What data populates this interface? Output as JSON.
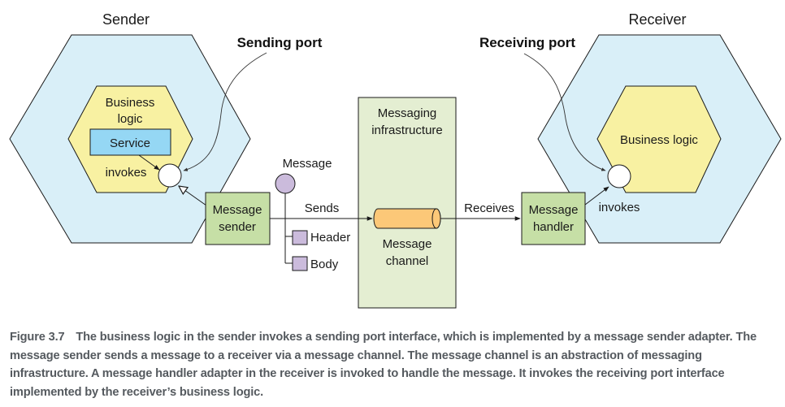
{
  "diagram": {
    "sender": {
      "title": "Sender",
      "business_logic": [
        "Business",
        "logic"
      ],
      "service": "Service",
      "invokes": "invokes",
      "sending_port": "Sending port",
      "adapter": [
        "Message",
        "sender"
      ]
    },
    "message": {
      "label": "Message",
      "sends": "Sends",
      "header": "Header",
      "body": "Body"
    },
    "infrastructure": {
      "title": [
        "Messaging",
        "infrastructure"
      ],
      "channel": [
        "Message",
        "channel"
      ]
    },
    "receiver": {
      "title": "Receiver",
      "business_logic": "Business logic",
      "receiving_port": "Receiving port",
      "receives": "Receives",
      "adapter": [
        "Message",
        "handler"
      ],
      "invokes": "invokes"
    },
    "colors": {
      "hexagon_outer": "#d9eff8",
      "business_logic": "#f8f1a2",
      "service": "#95d7f4",
      "adapter": "#c6dfa6",
      "infrastructure": "#e4eed2",
      "channel": "#fcc878",
      "message": "#cbbbdc"
    }
  },
  "caption": {
    "figure": "Figure 3.7",
    "text": "The business logic in the sender invokes a sending port interface, which is implemented by a  message sender adapter. The message sender sends a message to a receiver via a message channel. The message channel is an abstraction of messaging infrastructure. A message handler adapter in the receiver is invoked to handle the message. It invokes the receiving port interface implemented by the receiver’s business logic."
  }
}
